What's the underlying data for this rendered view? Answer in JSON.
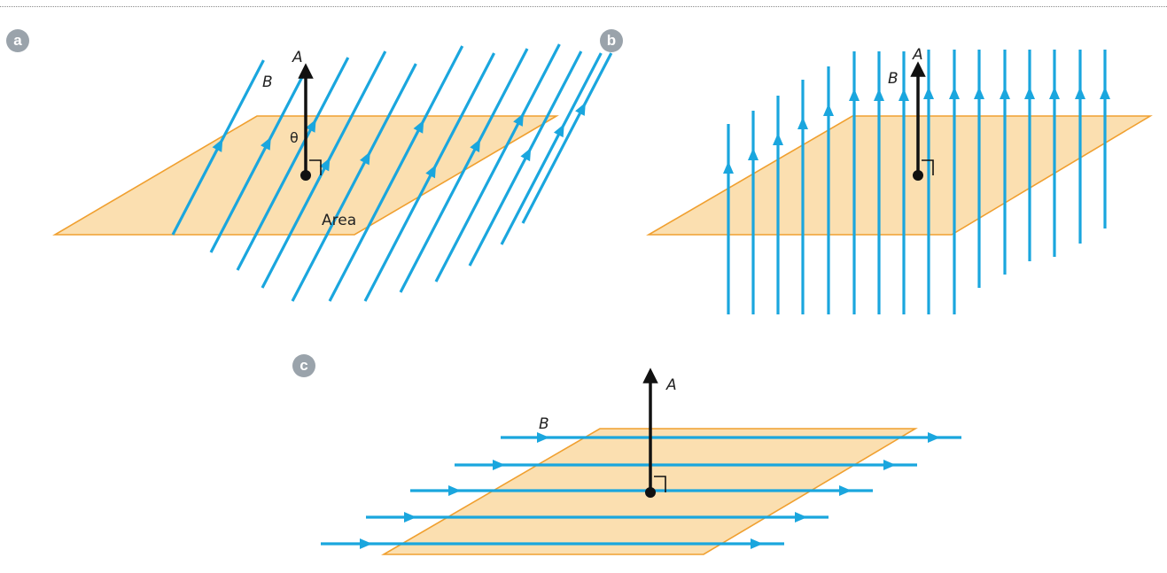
{
  "colors": {
    "field_line": "#1aa6de",
    "surface_fill": "#fbdfb0",
    "surface_edge": "#f0a030",
    "vector": "#111111",
    "badge": "#9aa3ab"
  },
  "panels": {
    "a": {
      "badge": "a",
      "vector_label": "A",
      "field_label": "B",
      "angle_label": "θ",
      "area_label": "Area"
    },
    "b": {
      "badge": "b",
      "vector_label": "A",
      "field_label": "B"
    },
    "c": {
      "badge": "c",
      "vector_label": "A",
      "field_label": "B"
    }
  }
}
